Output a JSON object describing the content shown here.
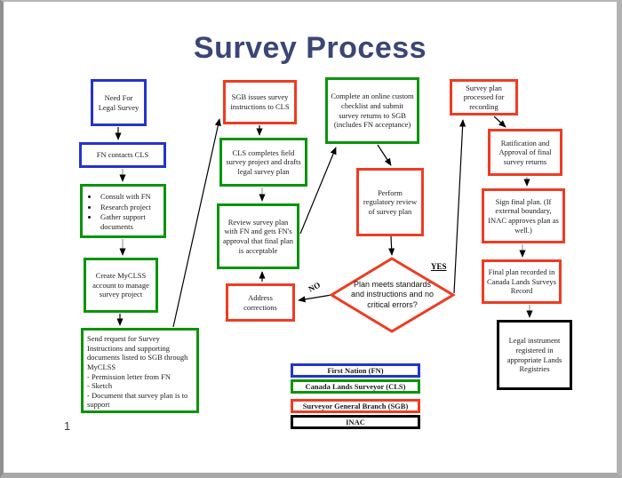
{
  "slide": {
    "title": "Survey Process",
    "page_number": "1"
  },
  "colors": {
    "first_nation": "#2433cc",
    "canada_lands_surveyor": "#0b940b",
    "surveyor_general_branch": "#ee3c22",
    "inac": "#000000",
    "title_text": "#3a4677"
  },
  "nodes": {
    "need_legal_survey": {
      "text": "Need For Legal Survey"
    },
    "fn_contacts_cls": {
      "text": "FN contacts CLS"
    },
    "consult": {
      "items": [
        "Consult with FN",
        "Research project",
        "Gather support documents"
      ]
    },
    "create_myclss": {
      "text": "Create  MyCLSS account to manage survey project"
    },
    "send_request": {
      "text": "Send request for Survey Instructions and supporting documents listed to SGB through MyCLSS",
      "items": [
        "- Permission letter from FN",
        "- Sketch",
        "- Document that survey plan is to support"
      ]
    },
    "sgb_issues": {
      "text": "SGB issues survey instructions to CLS"
    },
    "cls_completes": {
      "text": "CLS completes field survey project and drafts legal survey plan"
    },
    "review_plan": {
      "text": "Review survey plan with FN and gets FN's approval that final plan is acceptable"
    },
    "address_corrections": {
      "text": "Address corrections"
    },
    "online_checklist": {
      "text": "Complete an online custom checklist and submit survey returns to SGB (includes FN acceptance)"
    },
    "regulatory_review": {
      "text": "Perform regulatory review of survey plan"
    },
    "decision": {
      "text": "Plan meets standards and instructions and no critical errors?",
      "yes_label": "YES",
      "no_label": "NO"
    },
    "survey_plan_processed": {
      "text": "Survey plan processed for recording"
    },
    "ratification": {
      "text": "Ratification and Approval of final survey returns"
    },
    "sign_final_plan": {
      "text": "Sign final plan. (If external boundary, INAC approves plan as well.)"
    },
    "final_plan_recorded": {
      "text": "Final plan recorded in Canada Lands Surveys Record"
    },
    "legal_instrument": {
      "text": "Legal instrument registered in appropriate Lands Registries"
    }
  },
  "legend": {
    "items": [
      {
        "label": "First Nation (FN)",
        "actor": "first_nation"
      },
      {
        "label": "Canada Lands Surveyor (CLS)",
        "actor": "canada_lands_surveyor"
      },
      {
        "label": "Surveyor General Branch (SGB)",
        "actor": "surveyor_general_branch"
      },
      {
        "label": "INAC",
        "actor": "inac"
      }
    ]
  }
}
